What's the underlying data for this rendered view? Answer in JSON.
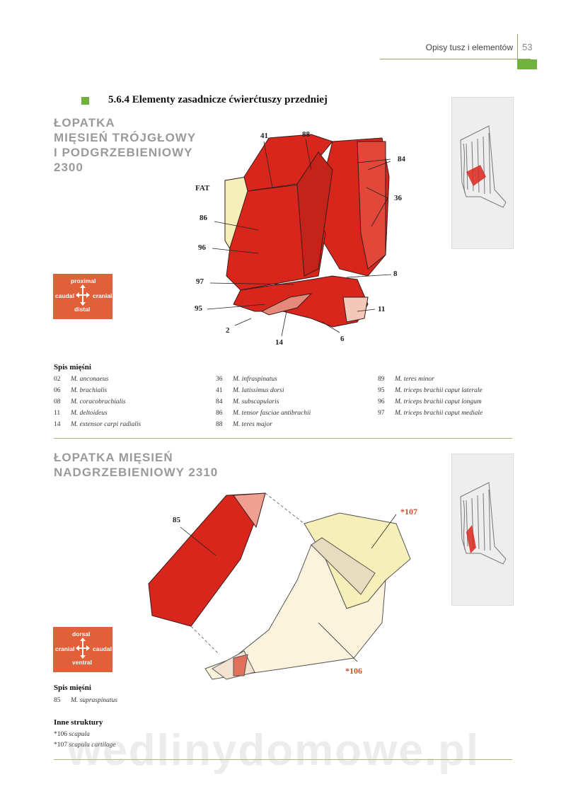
{
  "header": {
    "running_title": "Opisy tusz i elementów",
    "page_number": "53"
  },
  "section": {
    "title": "5.6.4   Elementy zasadnicze ćwierćtuszy przedniej"
  },
  "part1": {
    "title_lines": [
      "ŁOPATKA",
      "MIĘSIEŃ TRÓJGŁOWY",
      "I PODGRZEBIENIOWY",
      "2300"
    ],
    "orientation": {
      "top": "proximal",
      "left": "caudal",
      "right": "cranial",
      "bottom": "distal"
    },
    "callouts": [
      "41",
      "88",
      "84",
      "FAT",
      "36",
      "86",
      "96",
      "8",
      "97",
      "95",
      "11",
      "2",
      "14",
      "6"
    ],
    "list_heading": "Spis mięśni",
    "muscles": [
      [
        {
          "num": "02",
          "name": "M. anconaeus"
        },
        {
          "num": "06",
          "name": "M. brachialis"
        },
        {
          "num": "08",
          "name": "M. coracobrachialis"
        },
        {
          "num": "11",
          "name": "M. deltoideus"
        },
        {
          "num": "14",
          "name": "M. extensor carpi radialis"
        }
      ],
      [
        {
          "num": "36",
          "name": "M. infraspinatus"
        },
        {
          "num": "41",
          "name": "M. latissimus dorsi"
        },
        {
          "num": "84",
          "name": "M. subscapularis"
        },
        {
          "num": "86",
          "name": "M. tensor fasciae antibrachii"
        },
        {
          "num": "88",
          "name": "M. teres major"
        }
      ],
      [
        {
          "num": "89",
          "name": "M. teres minor"
        },
        {
          "num": "95",
          "name": "M. triceps brachii caput laterale"
        },
        {
          "num": "96",
          "name": "M. triceps brachii caput longum"
        },
        {
          "num": "97",
          "name": "M. triceps brachii caput mediale"
        }
      ]
    ]
  },
  "part2": {
    "title_lines": [
      "ŁOPATKA MIĘSIEŃ",
      "NADGRZEBIENIOWY  2310"
    ],
    "orientation": {
      "top": "dorsal",
      "left": "cranial",
      "right": "caudal",
      "bottom": "ventral"
    },
    "callouts": [
      "85",
      "*107",
      "*106"
    ],
    "list_heading": "Spis mięśni",
    "muscles": [
      {
        "num": "85",
        "name": "M. supraspinatus"
      }
    ],
    "other_heading": "Inne struktury",
    "other": [
      {
        "num": "*106",
        "name": "scapula"
      },
      {
        "num": "*107",
        "name": "scapula cartilage"
      }
    ]
  },
  "watermark": "wedlinydomowe.pl",
  "colors": {
    "accent_green": "#6fb23e",
    "orientation_box": "#e0603a",
    "muscle_red": "#d8261c",
    "fat": "#f7efb8",
    "callout_orange": "#c4502a"
  }
}
